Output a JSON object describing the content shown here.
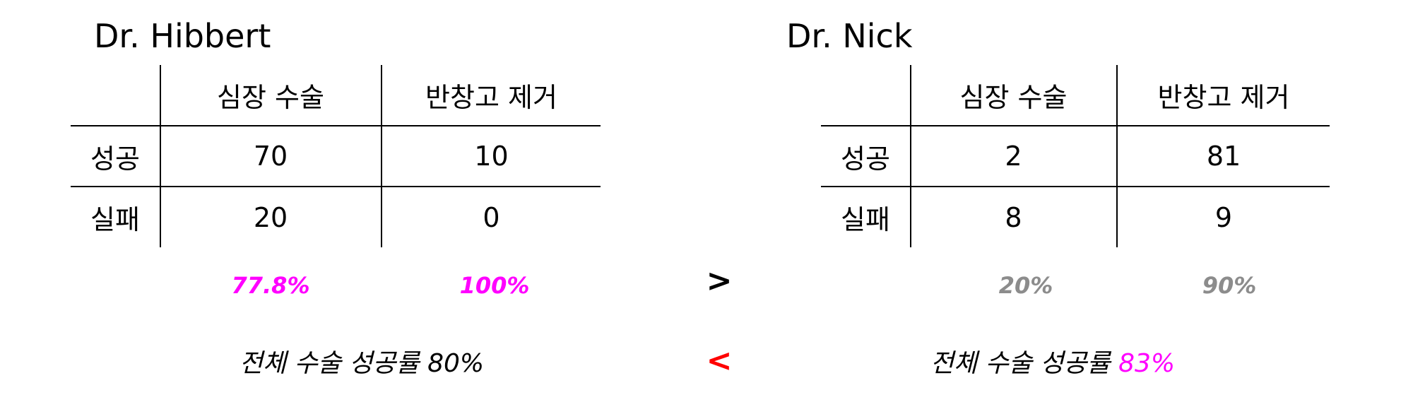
{
  "left": {
    "doctor": "Dr. Hibbert",
    "col_headers": [
      "심장 수술",
      "반창고 제거"
    ],
    "rows": [
      {
        "label": "성공",
        "values": [
          "70",
          "10"
        ]
      },
      {
        "label": "실패",
        "values": [
          "20",
          "0"
        ]
      }
    ],
    "rates": [
      "77.8%",
      "100%"
    ],
    "overall_prefix": "전체 수술 성공률 ",
    "overall_value": "80%"
  },
  "right": {
    "doctor": "Dr. Nick",
    "col_headers": [
      "심장 수술",
      "반창고 제거"
    ],
    "rows": [
      {
        "label": "성공",
        "values": [
          "2",
          "81"
        ]
      },
      {
        "label": "실패",
        "values": [
          "8",
          "9"
        ]
      }
    ],
    "rates": [
      "20%",
      "90%"
    ],
    "overall_prefix": "전체 수술 성공률 ",
    "overall_value": "83%"
  },
  "comparison": {
    "rates": ">",
    "overall": "<"
  },
  "colors": {
    "highlight": "#ff00ff",
    "muted": "#8c8c8c",
    "alert": "#ff0000"
  }
}
